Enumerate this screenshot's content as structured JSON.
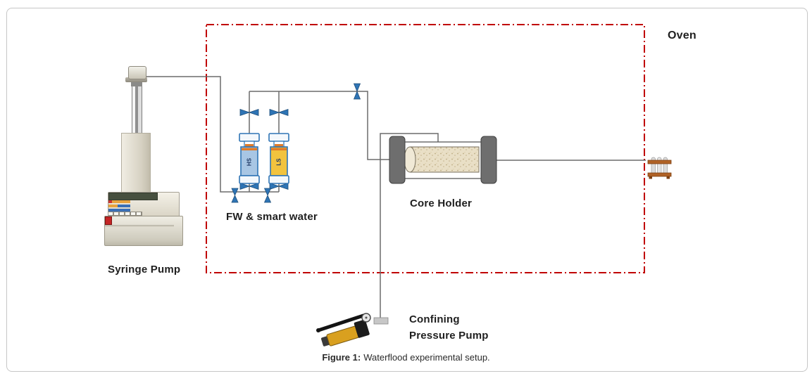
{
  "figure": {
    "caption_prefix": "Figure 1:",
    "caption_text": "Waterflood experimental setup."
  },
  "labels": {
    "oven": "Oven",
    "syringe_pump": "Syringe Pump",
    "accumulators": "FW & smart water",
    "core_holder": "Core Holder",
    "confining_pump_line1": "Confining",
    "confining_pump_line2": "Pressure Pump",
    "accumulator_hs": "HS",
    "accumulator_ls": "LS"
  },
  "icons": {
    "valve": "bowtie-valve-icon",
    "sample_collector": "test-tube-rack-icon",
    "hand_pump": "hydraulic-hand-pump-icon",
    "syringe_pump": "syringe-pump-icon"
  },
  "colors": {
    "oven_border": "#c00000",
    "valve_blue": "#2e74b5",
    "hs_fluid": "#a8c6e4",
    "ls_fluid": "#f2c33e",
    "piston_band": "#e07b28",
    "core_sand": "#e9dfc6",
    "pipe": "#6b6b6b"
  }
}
